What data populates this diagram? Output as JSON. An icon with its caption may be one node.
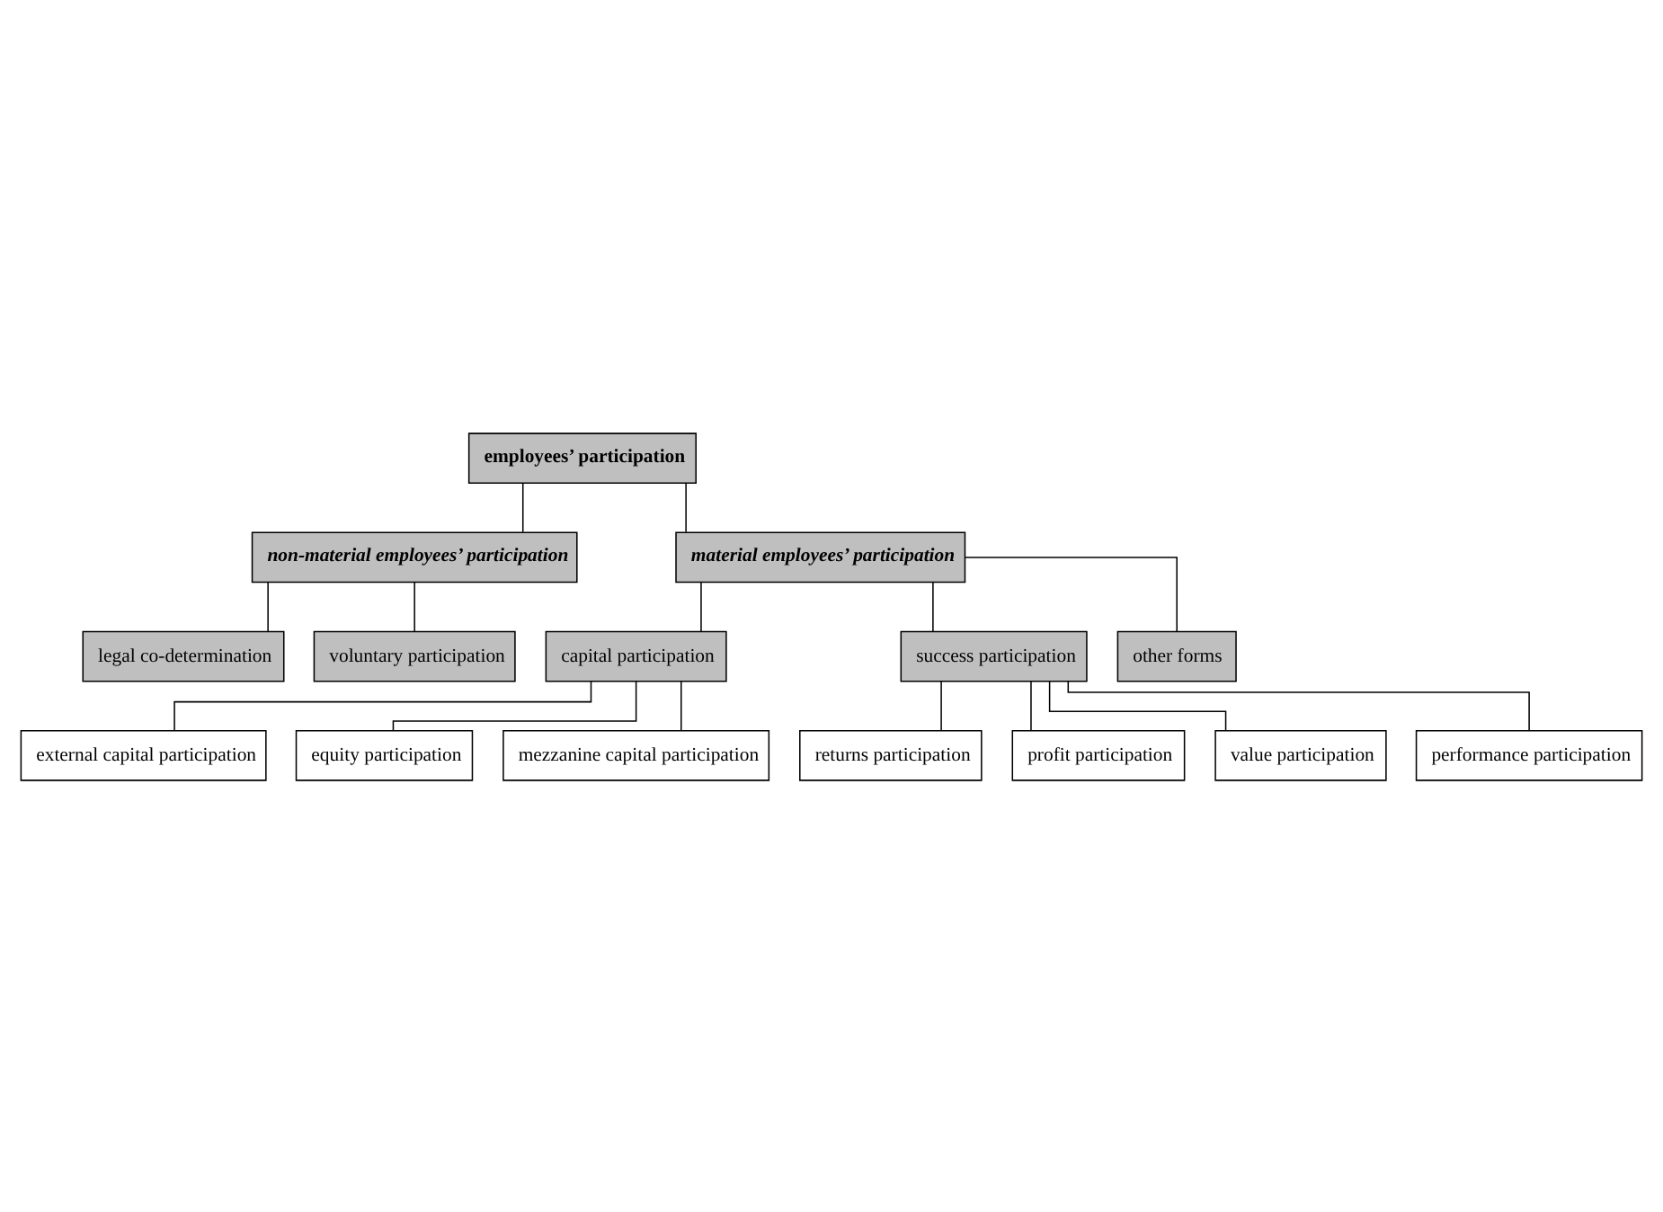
{
  "diagram": {
    "nodes": [
      {
        "text": [
          "employees’ participation"
        ]
      },
      {
        "text": [
          "non-material employees’ participation"
        ]
      },
      {
        "text": [
          "material employees’ participation"
        ]
      },
      {
        "text": [
          "legal co-determination"
        ]
      },
      {
        "text": [
          "voluntary participation"
        ]
      },
      {
        "text": [
          "capital participation"
        ]
      },
      {
        "text": [
          "success participation"
        ]
      },
      {
        "text": [
          "other forms"
        ]
      },
      {
        "text": [
          "external capital participation"
        ]
      },
      {
        "text": [
          "equity participation"
        ]
      },
      {
        "text": [
          "mezzanine capital participation"
        ]
      },
      {
        "text": [
          "returns participation"
        ]
      },
      {
        "text": [
          "profit participation"
        ]
      },
      {
        "text": [
          "value participation"
        ]
      },
      {
        "text": [
          "performance participation"
        ]
      }
    ],
    "edges": [
      {
        "from": 0,
        "to": 1,
        "arrow": "none"
      },
      {
        "from": 0,
        "to": 2,
        "arrow": "none"
      },
      {
        "from": 1,
        "to": 3,
        "arrow": "none"
      },
      {
        "from": 1,
        "to": 4,
        "arrow": "none"
      },
      {
        "from": 2,
        "to": 5,
        "arrow": "none"
      },
      {
        "from": 2,
        "to": 6,
        "arrow": "none"
      },
      {
        "from": 2,
        "to": 7,
        "arrow": "none"
      },
      {
        "from": 5,
        "to": 8,
        "arrow": "none"
      },
      {
        "from": 5,
        "to": 9,
        "arrow": "none"
      },
      {
        "from": 5,
        "to": 10,
        "arrow": "none"
      },
      {
        "from": 6,
        "to": 11,
        "arrow": "none"
      },
      {
        "from": 6,
        "to": 12,
        "arrow": "none"
      },
      {
        "from": 6,
        "to": 13,
        "arrow": "none"
      },
      {
        "from": 6,
        "to": 14,
        "arrow": "none"
      }
    ]
  }
}
